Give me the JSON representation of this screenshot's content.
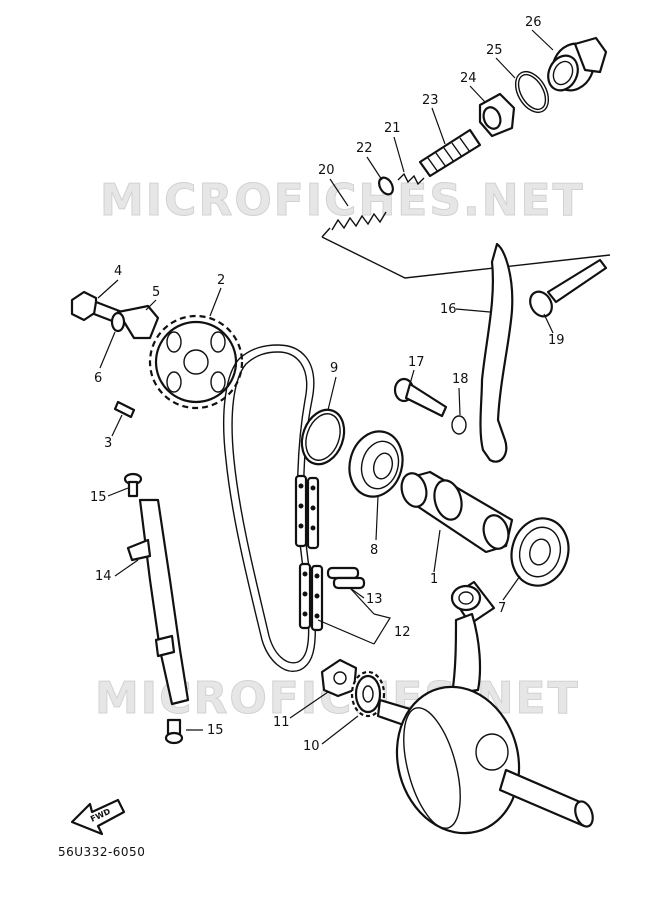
{
  "watermark": "MICROFICHES.NET",
  "part_code": "56U332-6050",
  "forward_label": "FWD",
  "callouts": {
    "c1": "1",
    "c2": "2",
    "c3": "3",
    "c4": "4",
    "c5": "5",
    "c6": "6",
    "c7": "7",
    "c8": "8",
    "c9": "9",
    "c10": "10",
    "c11": "11",
    "c12": "12",
    "c13": "13",
    "c14": "14",
    "c15a": "15",
    "c15b": "15",
    "c16": "16",
    "c17": "17",
    "c18": "18",
    "c19": "19",
    "c20": "20",
    "c21": "21",
    "c22": "22",
    "c23": "23",
    "c24": "24",
    "c25": "25",
    "c26": "26"
  }
}
